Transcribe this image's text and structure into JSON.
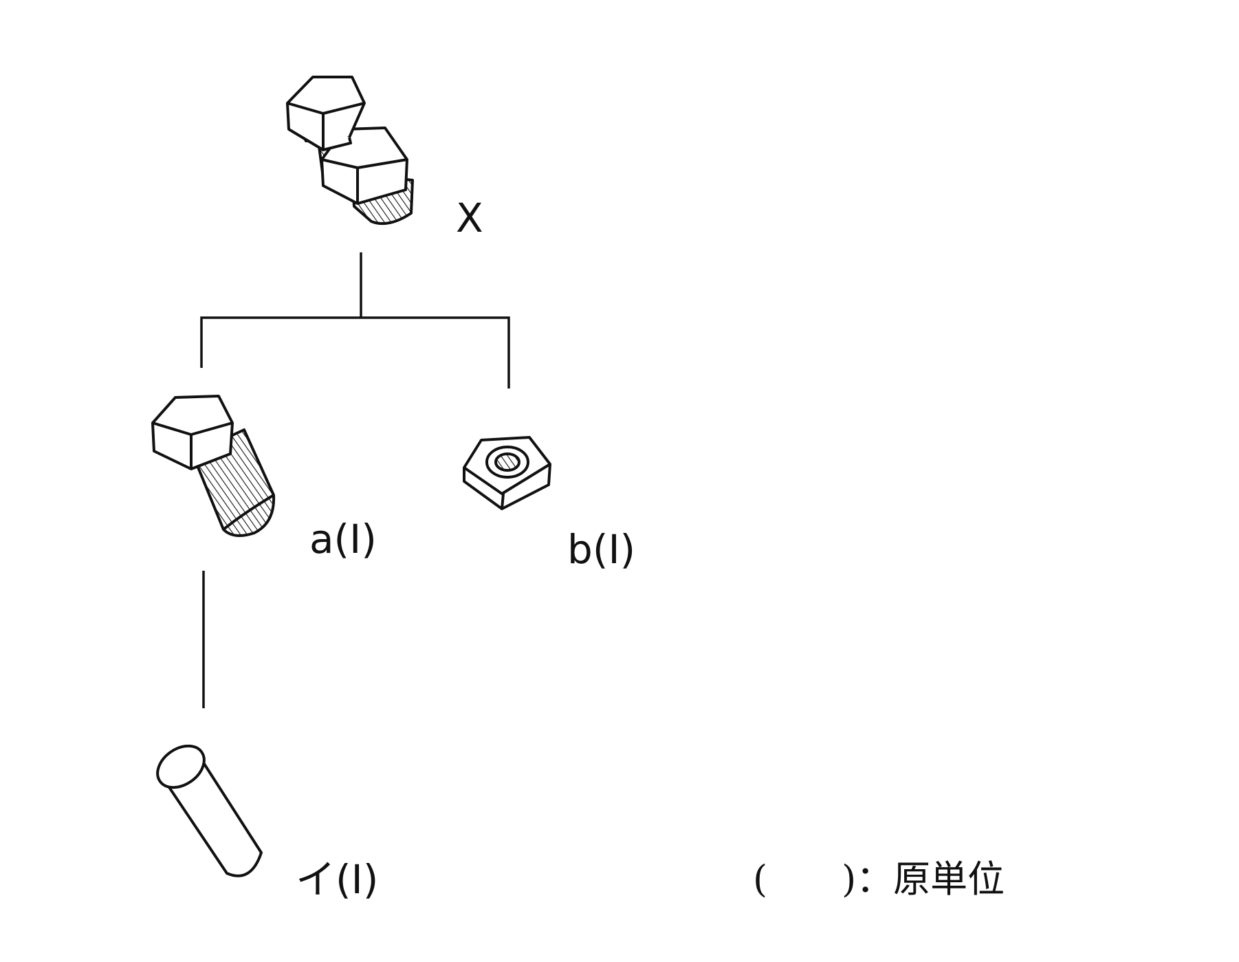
{
  "labels": {
    "x": "X",
    "a": "a(I)",
    "b": "b(I)",
    "i": "イ(I)",
    "legend_paren": "(　　)",
    "legend_text": "：原単位"
  },
  "icons": {
    "x": "bolt-nut-assembly-icon",
    "a": "hex-bolt-icon",
    "b": "hex-nut-icon",
    "i": "cylindrical-rod-icon"
  },
  "colors": {
    "ink": "#111111",
    "paper": "#ffffff"
  }
}
